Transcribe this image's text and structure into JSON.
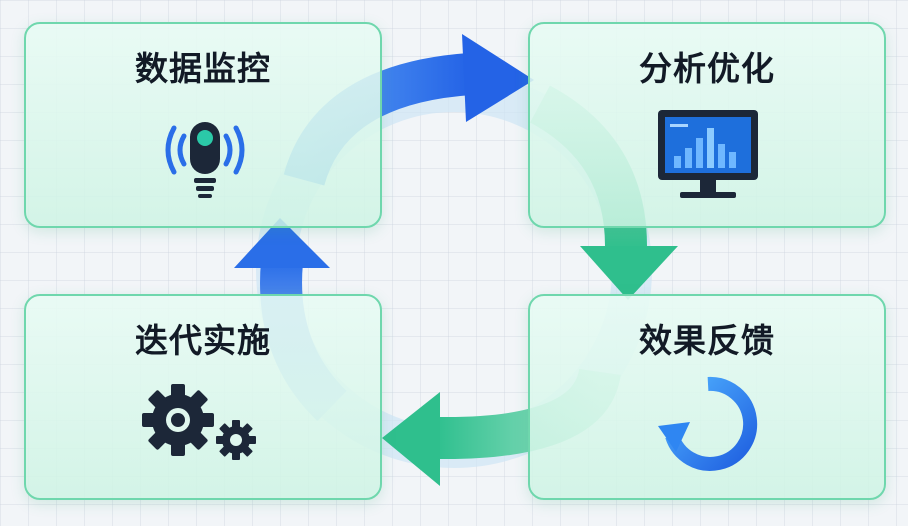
{
  "steps": [
    {
      "id": "monitor",
      "label": "数据监控",
      "icon": "sensor-icon"
    },
    {
      "id": "analyze",
      "label": "分析优化",
      "icon": "monitor-chart-icon"
    },
    {
      "id": "feedback",
      "label": "效果反馈",
      "icon": "refresh-icon"
    },
    {
      "id": "implement",
      "label": "迭代实施",
      "icon": "gears-icon"
    }
  ],
  "colors": {
    "card_border": "#6fd7ad",
    "arrow_blue": "#2a73ec",
    "arrow_green": "#3ec69a",
    "title": "#121a26",
    "icon_dark": "#1c2738",
    "icon_teal": "#2bc9a8"
  }
}
